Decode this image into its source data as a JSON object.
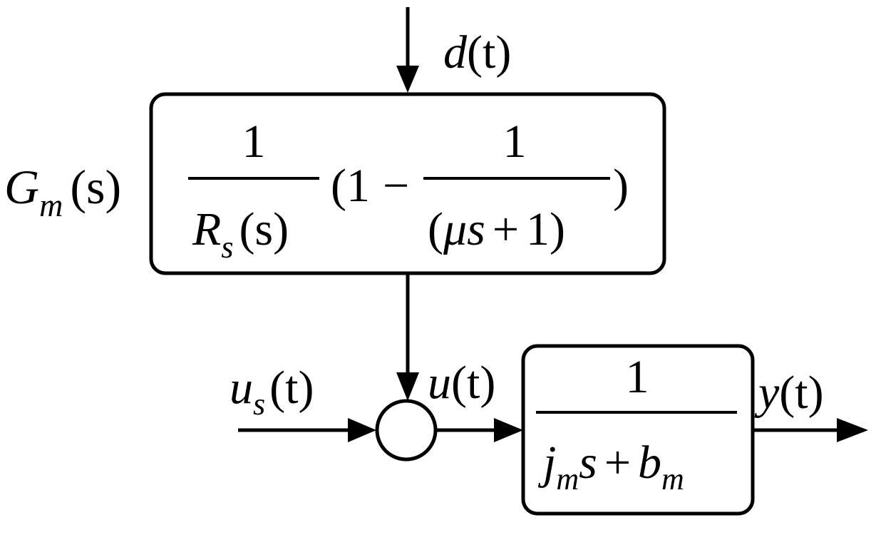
{
  "disturbance": {
    "var": "d",
    "arg": "(t)"
  },
  "gm_label": {
    "var": "G",
    "sub": "m",
    "arg": "(s)"
  },
  "gm_block": {
    "frac1_num": "1",
    "frac1_den_var": "R",
    "frac1_den_sub": "s",
    "frac1_den_arg": "(s)",
    "paren_open": "(1",
    "minus": "−",
    "frac2_num": "1",
    "frac2_den_open": "(",
    "frac2_den_mu": "μ",
    "frac2_den_s": "s",
    "frac2_den_plus": "+",
    "frac2_den_one": "1)",
    "paren_close": ")"
  },
  "input_signal": {
    "var": "u",
    "sub": "s",
    "arg": "(t)"
  },
  "control_signal": {
    "var": "u",
    "arg": "(t)"
  },
  "plant_block": {
    "num": "1",
    "den_j": "j",
    "den_j_sub": "m",
    "den_s": "s",
    "den_plus": "+",
    "den_b": "b",
    "den_b_sub": "m"
  },
  "output_signal": {
    "var": "y",
    "arg": "(t)"
  }
}
